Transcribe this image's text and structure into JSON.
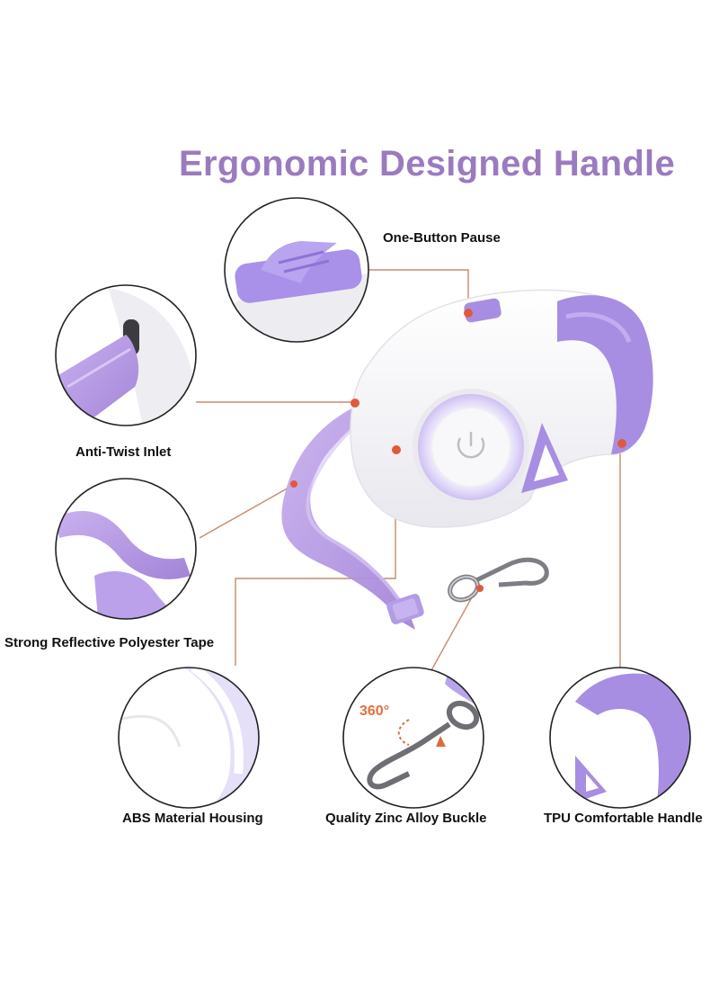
{
  "title": "Ergonomic Designed Handle",
  "labels": {
    "one_button_pause": "One-Button Pause",
    "anti_twist_inlet": "Anti-Twist Inlet",
    "reflective_tape": "Strong Reflective Polyester Tape",
    "abs_housing": "ABS Material Housing",
    "zinc_buckle": "Quality Zinc Alloy Buckle",
    "tpu_handle": "TPU Comfortable Handle",
    "rotation": "360°"
  },
  "colors": {
    "title": "#9b7bbf",
    "accent": "#a98be0",
    "leader_line": "#c98a6a",
    "housing": "#f6f5f8"
  }
}
